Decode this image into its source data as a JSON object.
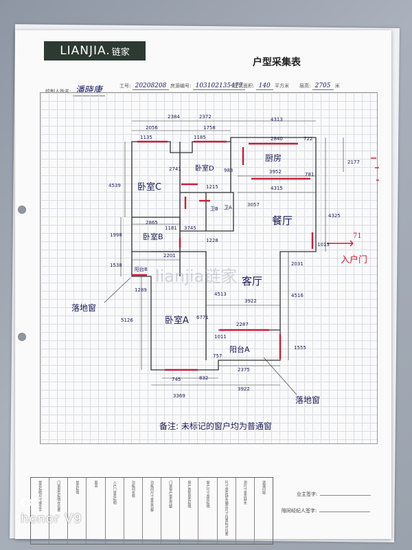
{
  "header": {
    "logo_text": "LIANJIA.",
    "logo_cn": "链家",
    "form_title": "户型采集表",
    "drawer_label": "绘制人姓名:",
    "drawer_name": "潘晓康",
    "job_id_label": "工号:",
    "job_id": "20208208",
    "property_id_label": "房源编号:",
    "property_id": "103102135477",
    "area_label": "建筑面积:",
    "area": "140",
    "area_unit": "平方米",
    "floor_height_label": "层高:",
    "floor_height": "2705",
    "floor_height_unit": "米"
  },
  "rooms": {
    "bedroom_c": "卧室C",
    "bedroom_d": "卧室D",
    "bedroom_b": "卧室B",
    "bedroom_a": "卧室A",
    "kitchen": "厨房",
    "dining": "餐厅",
    "living": "客厅",
    "balcony_a": "阳台A",
    "balcony_b": "阳台B",
    "bath_a": "卫A",
    "bath_b": "卫B",
    "entrance": "入户门",
    "floor_window_left": "落地窗",
    "floor_window_right": "落地窗"
  },
  "dimensions": {
    "d1": "2384",
    "d2": "2372",
    "d3": "4313",
    "d4": "2056",
    "d5": "1758",
    "d6": "1135",
    "d7": "1185",
    "d8": "2840",
    "d9": "722",
    "d10": "3952",
    "d11": "781",
    "d12": "4315",
    "d13": "4539",
    "d14": "2177",
    "d15": "1998",
    "d16": "1538",
    "d17": "5126",
    "d18": "6771",
    "d19": "4325",
    "d20": "3057",
    "d21": "1013",
    "d22": "2031",
    "d23": "4513",
    "d24": "3922",
    "d25": "4516",
    "d26": "2287",
    "d27": "1011",
    "d28": "1555",
    "d29": "757",
    "d30": "2375",
    "d31": "745",
    "d32": "832",
    "d33": "3369",
    "d34": "3922",
    "d35": "2865",
    "d36": "1289",
    "d37": "983",
    "d38": "1215",
    "d39": "2741",
    "d40": "3745",
    "d41": "1228",
    "d42": "1181",
    "d43": "2201",
    "d44": "71"
  },
  "note": "备注: 未标记的窗户均为普通窗",
  "table_headers": [
    "是否标明尺寸或文字",
    "门窗是否标明在位置",
    "是否标明",
    "层高",
    "入户门是否标明",
    "功能间名称",
    "功能间尺寸是否完整",
    "门窗窗户是否完整",
    "窗户类型是否标明",
    "窗户尺寸是否标明",
    "尺寸是否缺失确定尺寸位置标对位置",
    "测尺寸是否缺失",
    "遗漏问题"
  ],
  "signatures": {
    "owner": "业主签字:",
    "agent": "陪同经纪人签字:"
  },
  "watermark": "lianjia链家",
  "camera": "honor V9",
  "colors": {
    "ink": "#1a1a55",
    "red": "#c81e3a",
    "logo_bg": "#2d3a32"
  }
}
